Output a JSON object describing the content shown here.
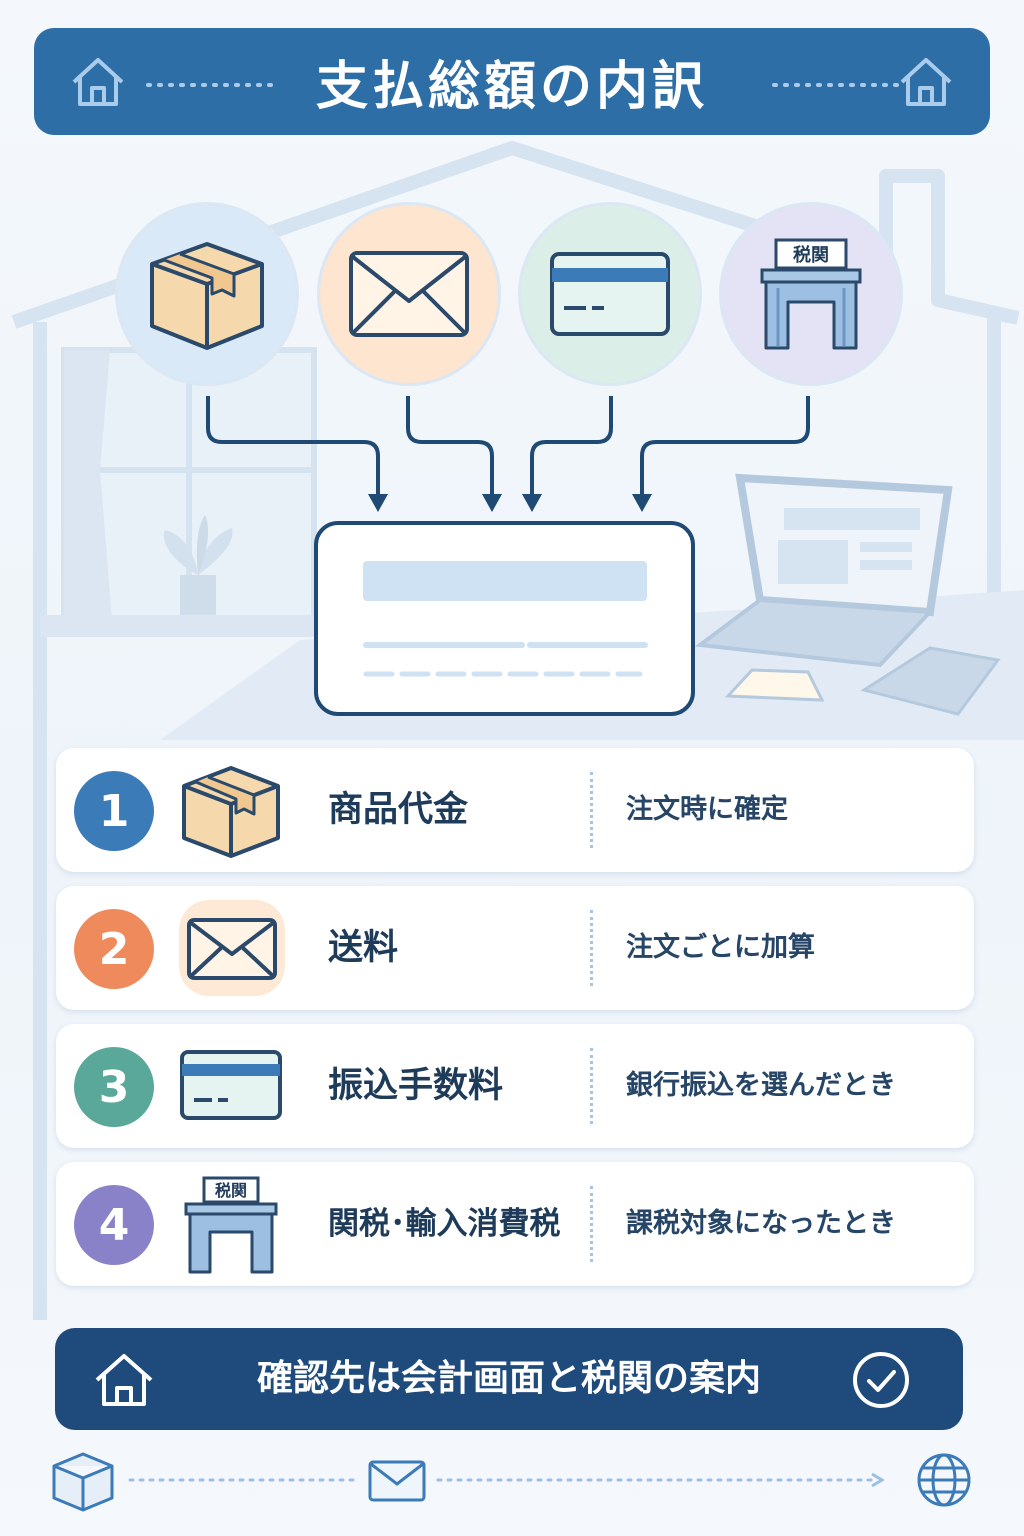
{
  "header": {
    "title": "支払総額の内訳"
  },
  "customs_sign": "税関",
  "items": [
    {
      "number": "1",
      "label": "商品代金",
      "note": "注文時に確定",
      "icon": "box-icon",
      "color": "#3b7bb8"
    },
    {
      "number": "2",
      "label": "送料",
      "note": "注文ごとに加算",
      "icon": "envelope-icon",
      "color": "#ef8a5c"
    },
    {
      "number": "3",
      "label": "振込手数料",
      "note": "銀行振込を選んだとき",
      "icon": "card-icon",
      "color": "#5aa89a"
    },
    {
      "number": "4",
      "label": "関税･輸入消費税",
      "note": "課税対象になったとき",
      "icon": "customs-icon",
      "color": "#8a82c8"
    }
  ],
  "footer": {
    "text": "確認先は会計画面と税関の案内"
  },
  "colors": {
    "header": "#2e6ea6",
    "footer": "#1e4a7c",
    "line": "#1f4a74"
  }
}
